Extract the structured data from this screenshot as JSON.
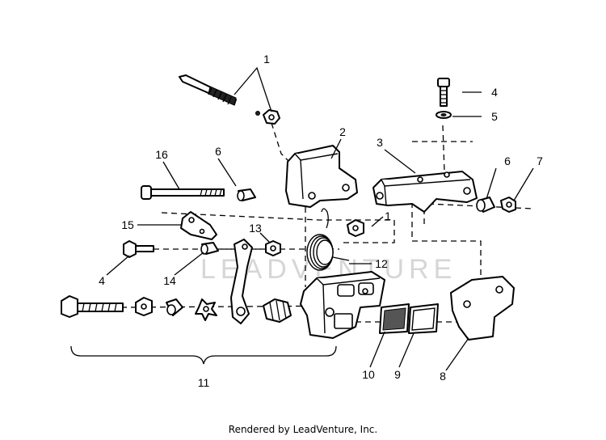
{
  "watermark": "LEADVENTURE",
  "footer": "Rendered by LeadVenture, Inc.",
  "callouts": {
    "c1_top": "1",
    "c1_mid": "1",
    "c2": "2",
    "c3": "3",
    "c4_right": "4",
    "c4_left": "4",
    "c5": "5",
    "c6_left": "6",
    "c6_right": "6",
    "c7": "7",
    "c8": "8",
    "c9": "9",
    "c10": "10",
    "c11": "11",
    "c12": "12",
    "c13": "13",
    "c14": "14",
    "c15": "15",
    "c16": "16"
  }
}
